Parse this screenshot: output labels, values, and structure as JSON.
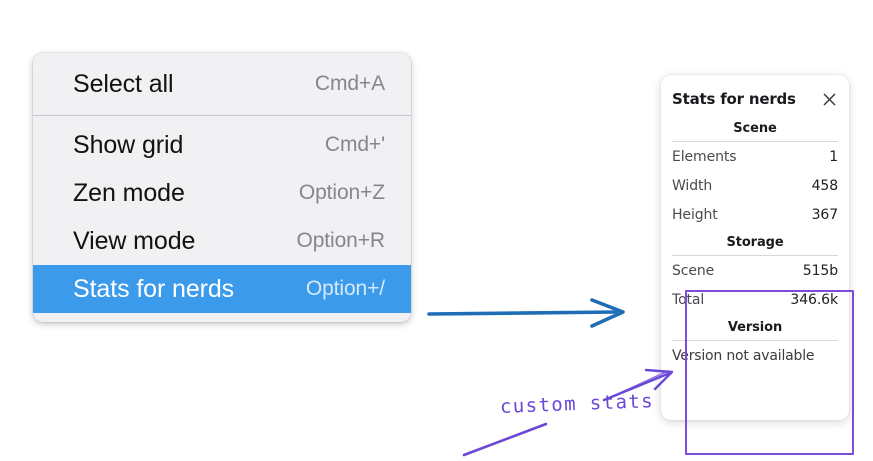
{
  "context_menu": {
    "name": "canvas-context-menu",
    "groups": [
      {
        "items": [
          {
            "label": "Select all",
            "shortcut": "Cmd+A",
            "selected": false
          }
        ]
      },
      {
        "items": [
          {
            "label": "Show grid",
            "shortcut": "Cmd+'",
            "selected": false
          },
          {
            "label": "Zen mode",
            "shortcut": "Option+Z",
            "selected": false
          },
          {
            "label": "View mode",
            "shortcut": "Option+R",
            "selected": false
          },
          {
            "label": "Stats for nerds",
            "shortcut": "Option+/",
            "selected": true
          }
        ]
      }
    ]
  },
  "stats_panel": {
    "title": "Stats for nerds",
    "close_icon": "close-icon",
    "sections": [
      {
        "heading": "Scene",
        "rows": [
          {
            "key": "Elements",
            "value": "1"
          },
          {
            "key": "Width",
            "value": "458"
          },
          {
            "key": "Height",
            "value": "367"
          }
        ]
      },
      {
        "heading": "Storage",
        "rows": [
          {
            "key": "Scene",
            "value": "515b"
          },
          {
            "key": "Total",
            "value": "346.6k"
          }
        ]
      },
      {
        "heading": "Version",
        "note": "Version not available"
      }
    ]
  },
  "annotations": {
    "custom_stats_label": "custom stats",
    "blue_arrow_color": "#1f6eb5",
    "purple_color": "#6b47d6",
    "highlight_color": "#7c4ddb"
  }
}
